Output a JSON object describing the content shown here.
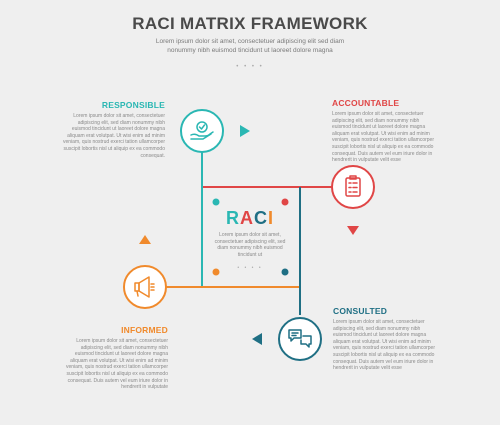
{
  "title": "RACI MATRIX FRAMEWORK",
  "subtitle": "Lorem ipsum dolor sit amet, consectetuer adipiscing elit sed diam nonummy nibh euismod tincidunt ut laoreet dolore magna",
  "dots": "• • • •",
  "center": {
    "letters": [
      "R",
      "A",
      "C",
      "I"
    ],
    "body": "Lorem ipsum dolor sit amet, consectetuer adipiscing elit, sed diam nonummy nibh euismod tincidunt ut",
    "dots": "• • • •"
  },
  "sections": {
    "responsible": {
      "heading": "RESPONSIBLE",
      "color": "#2ab7b3",
      "icon": "hand-check-icon",
      "body": "Lorem ipsum dolor sit amet, consectetuer adipiscing elit, sed diam nonummy nibh euismod tincidunt ut laoreet dolore magna aliquam erat volutpat. Ut wisi enim ad minim veniam, quis nostrud exerci tation ullamcorper suscipit lobortis nisl ut aliquip ex ea commodo consequat."
    },
    "accountable": {
      "heading": "ACCOUNTABLE",
      "color": "#e04646",
      "icon": "clipboard-checklist-icon",
      "body": "Lorem ipsum dolor sit amet, consectetuer adipiscing elit, sed diam nonummy nibh euismod tincidunt ut laoreet dolore magna aliquam erat volutpat. Ut wisi enim ad minim veniam, quis nostrud exerci tation ullamcorper suscipit lobortis nisl ut aliquip ex ea commodo consequat. Duis autem vel eum iriure dolor in hendrerit in vulputate velit esse"
    },
    "informed": {
      "heading": "INFORMED",
      "color": "#f08a2c",
      "icon": "megaphone-icon",
      "body": "Lorem ipsum dolor sit amet, consectetuer adipiscing elit, sed diam nonummy nibh euismod tincidunt ut laoreet dolore magna aliquam erat volutpat. Ut wisi enim ad minim veniam, quis nostrud exerci tation ullamcorper suscipit lobortis nisl ut aliquip ex ea commodo consequat. Duis autem vel eum iriure dolor in hendrerit in vulputate"
    },
    "consulted": {
      "heading": "CONSULTED",
      "color": "#1f6f84",
      "icon": "chat-bubbles-icon",
      "body": "Lorem ipsum dolor sit amet, consectetuer adipiscing elit, sed diam nonummy nibh euismod tincidunt ut laoreet dolore magna aliquam erat volutpat. Ut wisi enim ad minim veniam, quis nostrud exerci tation ullamcorper suscipit lobortis nisl ut aliquip ex ea commodo consequat. Duis autem vel eum iriure dolor in hendrerit in vulputate velit esse"
    }
  }
}
